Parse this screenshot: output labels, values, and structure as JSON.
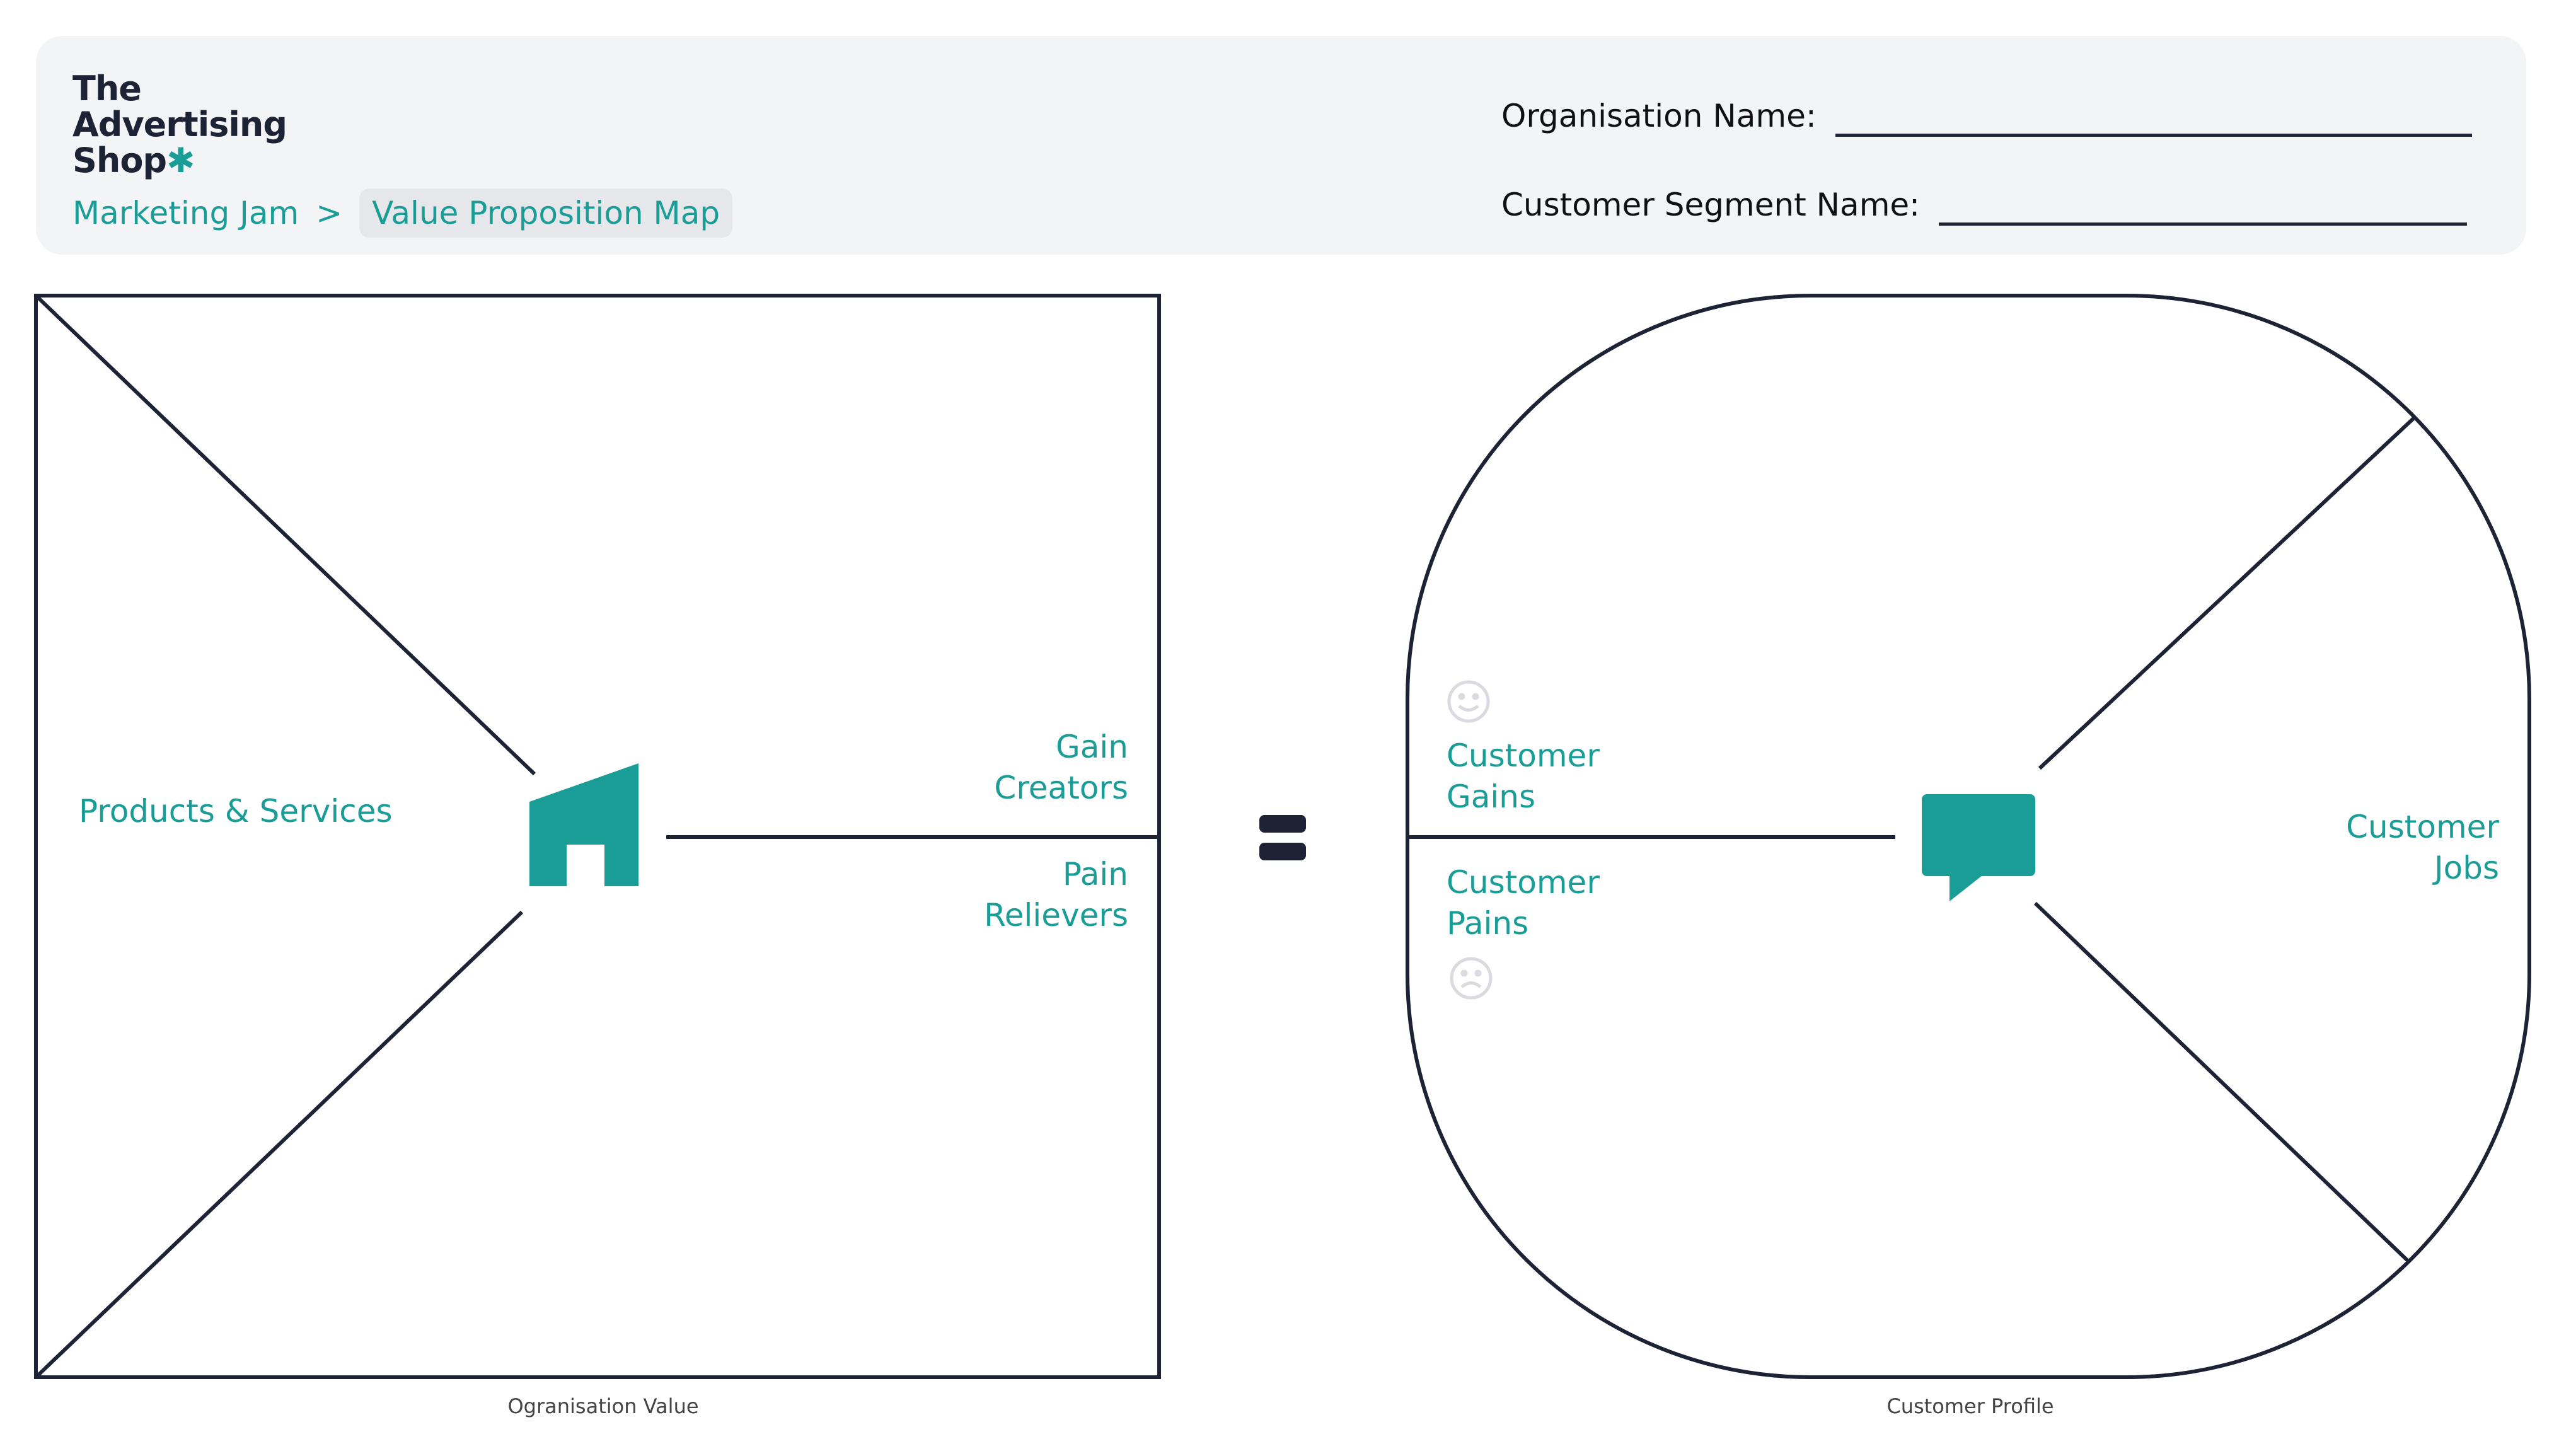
{
  "logo": {
    "lines": [
      "The",
      "Advertising",
      "Shop"
    ],
    "mark": "✱"
  },
  "breadcrumb": {
    "items": [
      "Marketing Jam",
      "Value Proposition Map"
    ],
    "separator": ">"
  },
  "form": {
    "organisation_name_label": "Organisation Name:",
    "organisation_name_value": "",
    "customer_segment_label": "Customer Segment Name:",
    "customer_segment_value": ""
  },
  "value_map": {
    "products_services": "Products & Services",
    "gain_creators": "Gain Creators",
    "pain_relievers": "Pain Relievers",
    "caption": "Ogranisation Value",
    "icon": "store-icon"
  },
  "equals_icon": "equals-icon",
  "customer_profile": {
    "customer_gains": "Customer Gains",
    "customer_pains": "Customer Pains",
    "customer_jobs": "Customer Jobs",
    "caption": "Customer Profile",
    "icon": "speech-bubble-icon",
    "gains_icon": "smile-icon",
    "pains_icon": "frown-icon"
  },
  "colors": {
    "accent": "#1b9d97",
    "ink": "#1d2235",
    "header_bg": "#f3f4f6",
    "emoji": "#d9dbe0"
  }
}
